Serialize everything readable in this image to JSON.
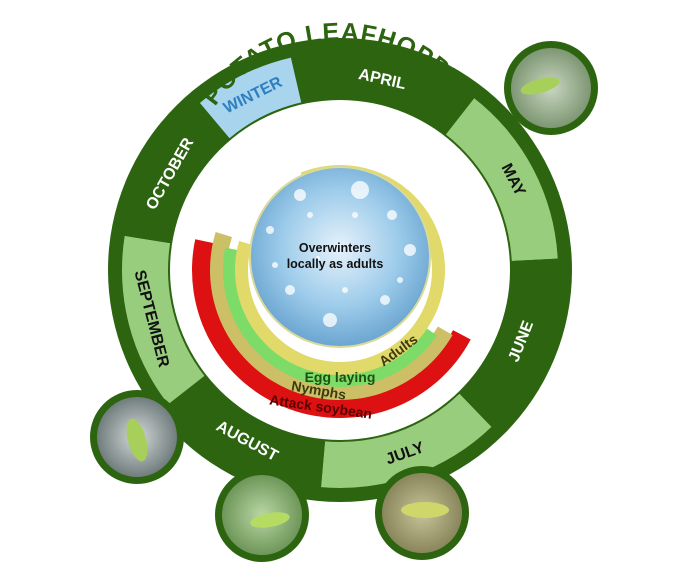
{
  "title": "POTATO LEAFHOPPER",
  "center_text_line1": "Overwinters",
  "center_text_line2": "locally as adults",
  "months": {
    "winter": "WINTER",
    "april": "APRIL",
    "may": "MAY",
    "june": "JUNE",
    "july": "JULY",
    "august": "AUGUST",
    "september": "SEPTEMBER",
    "october": "OCTOBER"
  },
  "stages": {
    "adults": "Adults",
    "egg_laying": "Egg laying",
    "nymphs": "Nymphs",
    "attack": "Attack soybean"
  },
  "colors": {
    "dark_green": "#2c6410",
    "light_green": "#98cd7e",
    "winter_blue": "#a9d4ee",
    "adults_yellow": "#e1d96a",
    "egg_green": "#7ddc68",
    "nymph_tan": "#cdbf66",
    "attack_red": "#dd1111"
  }
}
